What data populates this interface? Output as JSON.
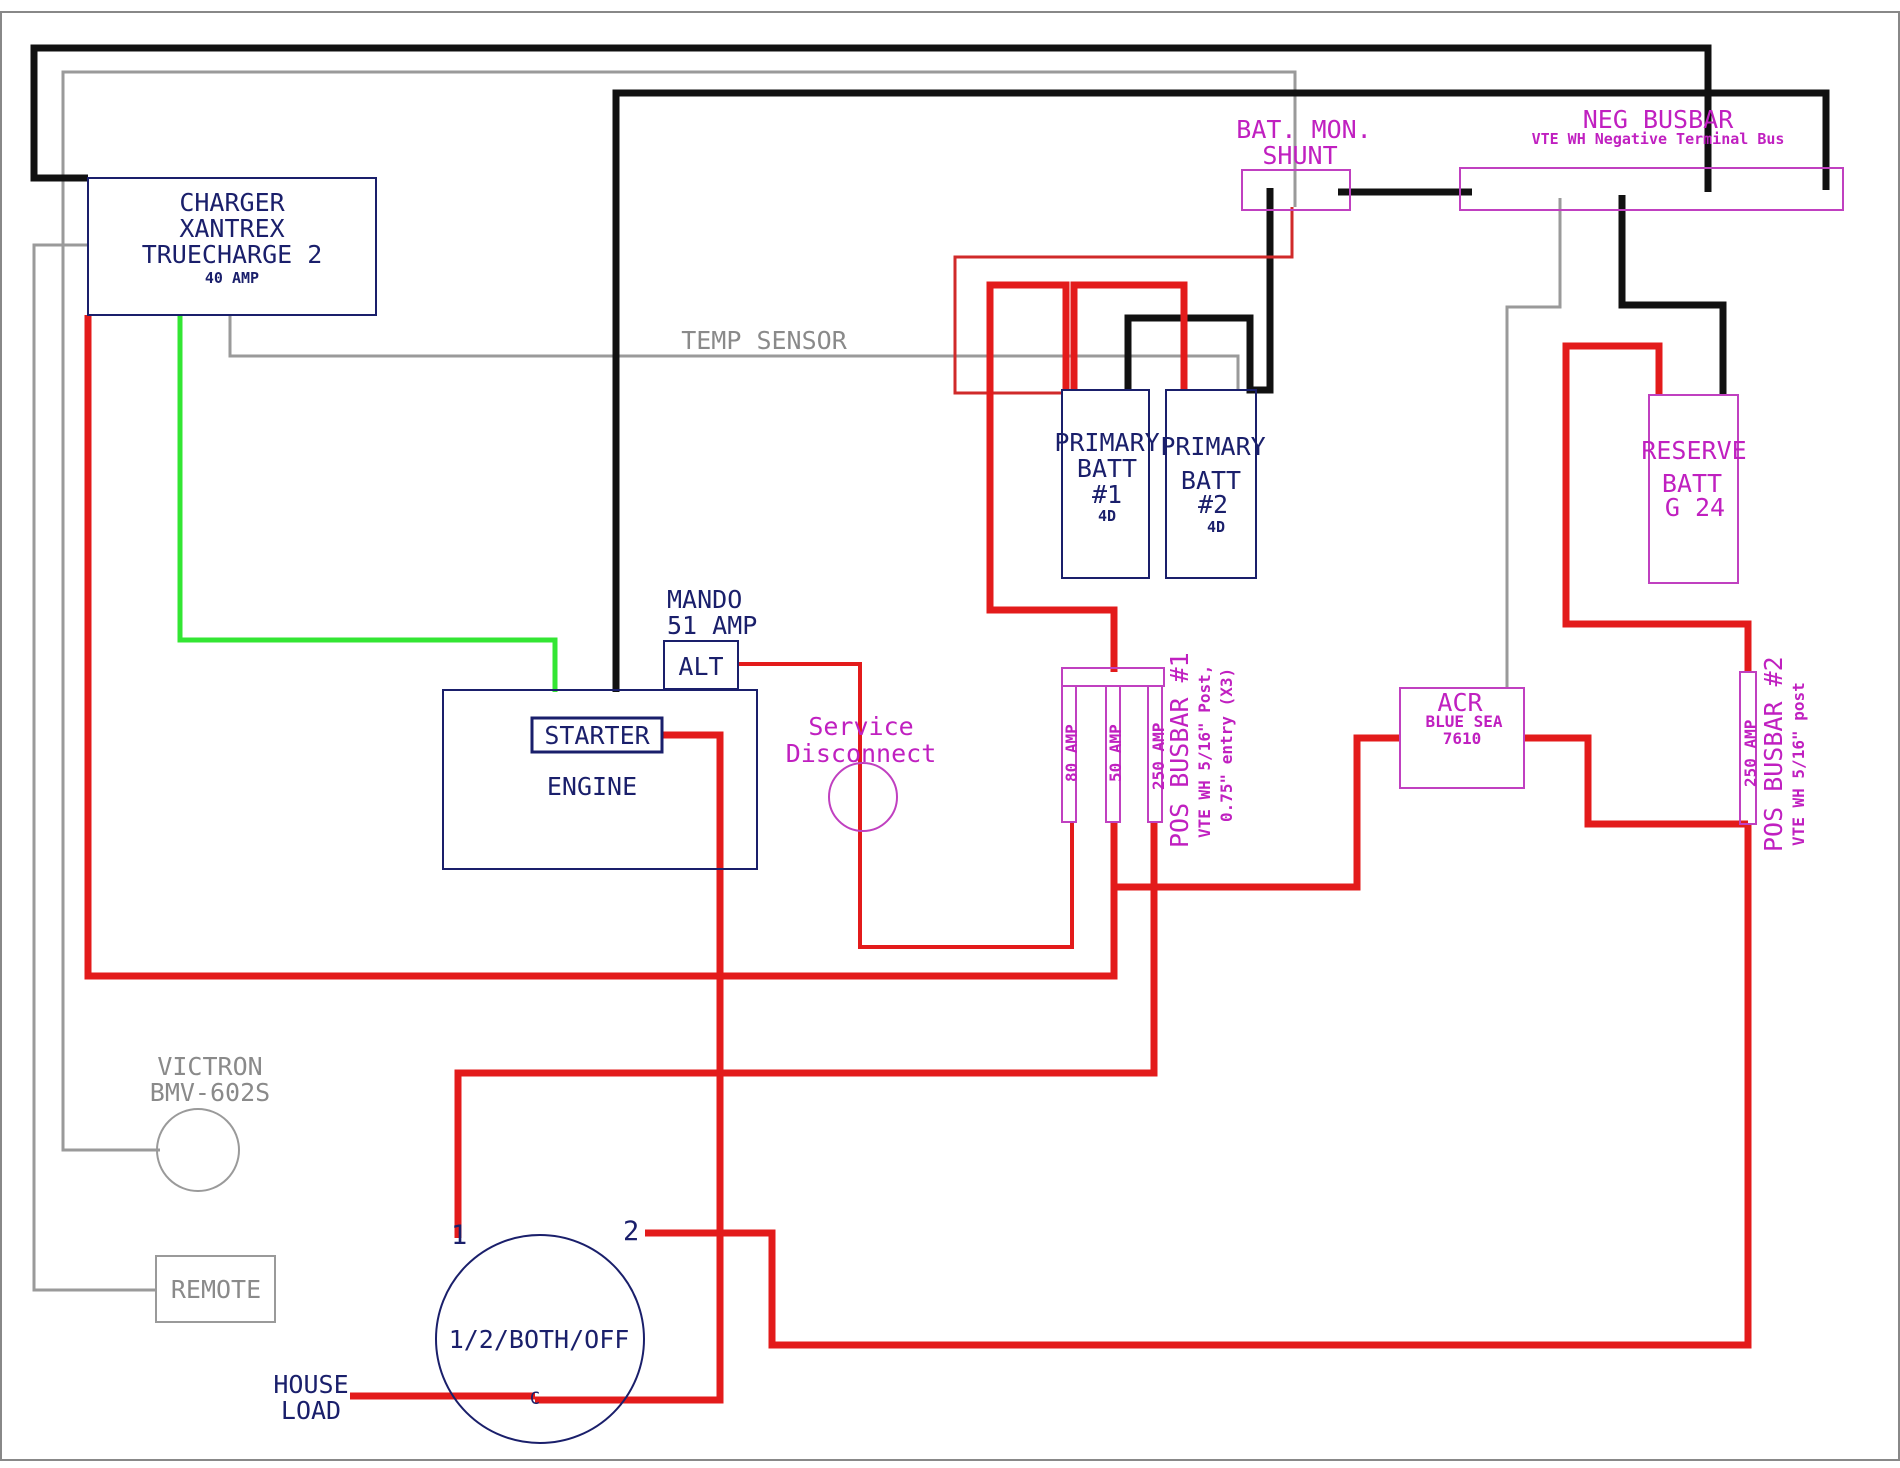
{
  "charger": {
    "line1": "CHARGER",
    "line2": "XANTREX",
    "line3": "TRUECHARGE 2",
    "line4": "40 AMP"
  },
  "temp_sensor": "TEMP SENSOR",
  "shunt": {
    "line1": "BAT. MON.",
    "line2": "SHUNT"
  },
  "neg_busbar": {
    "line1": "NEG BUSBAR",
    "line2": "VTE WH Negative Terminal Bus"
  },
  "batt1": {
    "line1": "PRIMARY",
    "line2": "BATT",
    "line3": "#1",
    "line4": "4D"
  },
  "batt2": {
    "line1": "PRIMARY",
    "line2": "BATT",
    "line3": "#2",
    "line4": "4D"
  },
  "reserve": {
    "line1": "RESERVE",
    "line2": "BATT",
    "line3": "G 24"
  },
  "alternator": {
    "title1": "MANDO",
    "title2": "51 AMP",
    "label": "ALT"
  },
  "engine": {
    "starter": "STARTER",
    "label": "ENGINE"
  },
  "service_disconnect": {
    "line1": "Service",
    "line2": "Disconnect"
  },
  "pos_busbar1": {
    "fuse1": "80 AMP",
    "fuse2": "50 AMP",
    "fuse3": "250 AMP",
    "line1": "POS BUSBAR #1",
    "line2": "VTE WH 5/16\" Post,",
    "line3": "0.75\" entry (X3)"
  },
  "acr": {
    "line1": "ACR",
    "line2": "BLUE SEA",
    "line3": "7610"
  },
  "pos_busbar2": {
    "fuse": "250 AMP",
    "line1": "POS BUSBAR #2",
    "line2": "VTE WH 5/16\" post"
  },
  "victron": {
    "line1": "VICTRON",
    "line2": "BMV-602S"
  },
  "remote": "REMOTE",
  "switch": {
    "label": "1/2/BOTH/OFF",
    "term1": "1",
    "term2": "2",
    "common": "C"
  },
  "house_load": {
    "line1": "HOUSE",
    "line2": "LOAD"
  },
  "colors": {
    "positive_wire": "#e31b1b",
    "negative_wire": "#111111",
    "signal_wire": "#9a9a9a",
    "charger_wire": "#33e633",
    "component_navy": "#1a1f6b",
    "component_magenta": "#c020c0"
  }
}
